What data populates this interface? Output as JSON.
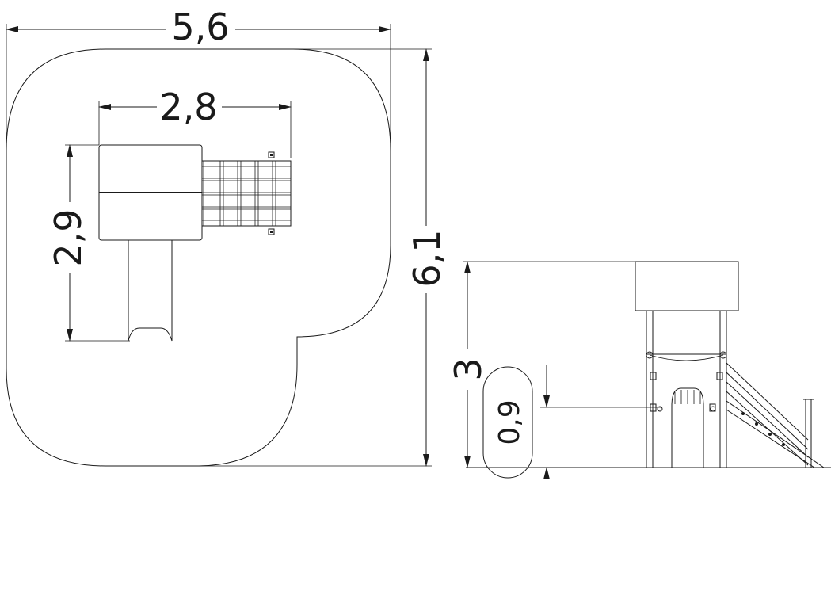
{
  "dimensions": {
    "top_width": "5,6",
    "inner_width": "2,8",
    "inner_depth": "2,9",
    "total_depth": "6,1",
    "height": "3",
    "free_fall_height": "0,9"
  }
}
